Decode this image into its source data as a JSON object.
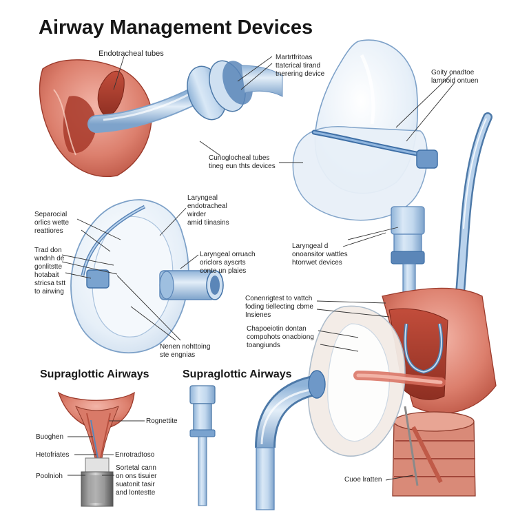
{
  "title": "Airway Management Devices",
  "sections": {
    "left": "Supraglottic Airways",
    "middle": "Supraglottic Airways"
  },
  "labels": {
    "endotracheal": [
      "Endotracheal tubes"
    ],
    "martfritoas": [
      "Martrtfritoas",
      "ttatcrical tirand",
      "tnerering device"
    ],
    "goity": [
      "Goity onadtoe",
      "lamnoid ontuen"
    ],
    "cunoglocheal": [
      "Cunoglocheal tubes",
      "tineg eun thts devices"
    ],
    "laryngeal_endo": [
      "Laryngeal",
      "endotracheal",
      "wirder",
      "amid tiinasins"
    ],
    "separocal": [
      "Separocial",
      "orlics wette",
      "reattiores"
    ],
    "trad_don": [
      "Trad don",
      "wndnh de",
      "gonlitstte",
      "hotabait",
      "stricsa tstt",
      "to airwing"
    ],
    "laryngeal_orr": [
      "Laryngeal orruach",
      "oriclors ayscrts",
      "conte un plaies"
    ],
    "laryngeal_d": [
      "Laryngeal d",
      "onoansitor wattles",
      "htorrwet devices"
    ],
    "nenen": [
      "Nenen nohttoing",
      "ste engnias"
    ],
    "conenrigtest": [
      "Conenrigtest to vattch",
      "foding tiellecting cbme",
      "Insienes"
    ],
    "chapoelotin": [
      "Chapoeiotin dontan",
      "compohots onacbiong",
      "toangiunds"
    ],
    "rognetite": [
      "Rognettite"
    ],
    "buoghen": [
      "Buoghen"
    ],
    "hetofriates": [
      "Hetofriates"
    ],
    "enrotradtoso": [
      "Enrotradtoso"
    ],
    "poolnioh": [
      "Poolnioh"
    ],
    "sortetal": [
      "Sortetal cann",
      "on ons tisuier",
      "suatonit tasir",
      "and lontestte"
    ],
    "cuoe": [
      "Cuoe lratten"
    ]
  }
}
